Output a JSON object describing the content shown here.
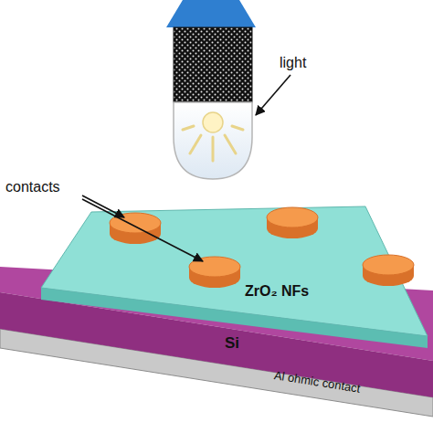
{
  "diagram": {
    "labels": [
      "contacts",
      "light",
      "ZrO₂ NFs",
      "Si",
      "Al ohmic contact"
    ]
  }
}
